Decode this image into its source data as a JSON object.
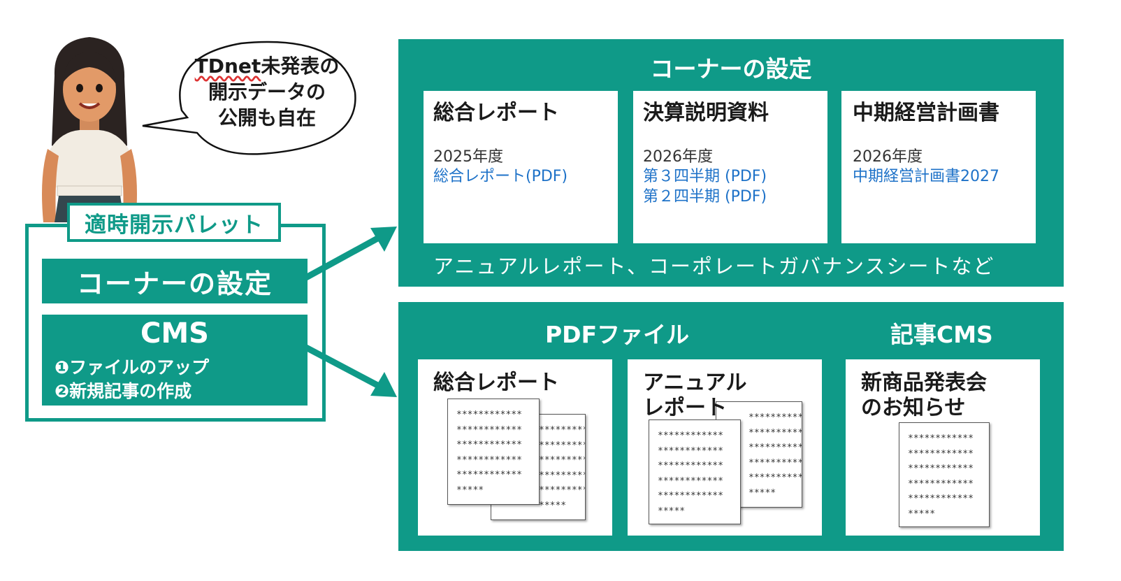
{
  "speech_bubble": {
    "underlined": "TDnet",
    "line1_rest": "未発表の",
    "line2": "開示データの",
    "line3": "公開も自在"
  },
  "palette": {
    "label": "適時開示パレット",
    "corner_button": "コーナーの設定",
    "cms_title": "CMS",
    "cms_step1": "❶ファイルのアップ",
    "cms_step2": "❷新規記事の作成"
  },
  "corner_panel": {
    "title": "コーナーの設定",
    "cards": [
      {
        "title": "総合レポート",
        "year": "2025年度",
        "links": [
          "総合レポート(PDF)"
        ]
      },
      {
        "title": "決算説明資料",
        "year": "2026年度",
        "links": [
          "第３四半期 (PDF)",
          "第２四半期 (PDF)"
        ]
      },
      {
        "title": "中期経営計画書",
        "year": "2026年度",
        "links": [
          "中期経営計画書2027"
        ]
      }
    ],
    "note": "アニュアルレポート、コーポレートガバナンスシートなど"
  },
  "cms_panel": {
    "pdf_title": "PDFファイル",
    "article_title": "記事CMS",
    "cards": [
      {
        "title": "総合レポート"
      },
      {
        "title_line1": "アニュアル",
        "title_line2": "レポート"
      },
      {
        "title_line1": "新商品発表会",
        "title_line2": "のお知らせ"
      }
    ],
    "doc_line": "************",
    "doc_end": "*****"
  },
  "colors": {
    "teal": "#0f9a88",
    "link_blue": "#1e72c8"
  },
  "icons": [
    "woman-avatar-icon",
    "speech-bubble-icon",
    "arrow-right-icon",
    "document-icon"
  ]
}
